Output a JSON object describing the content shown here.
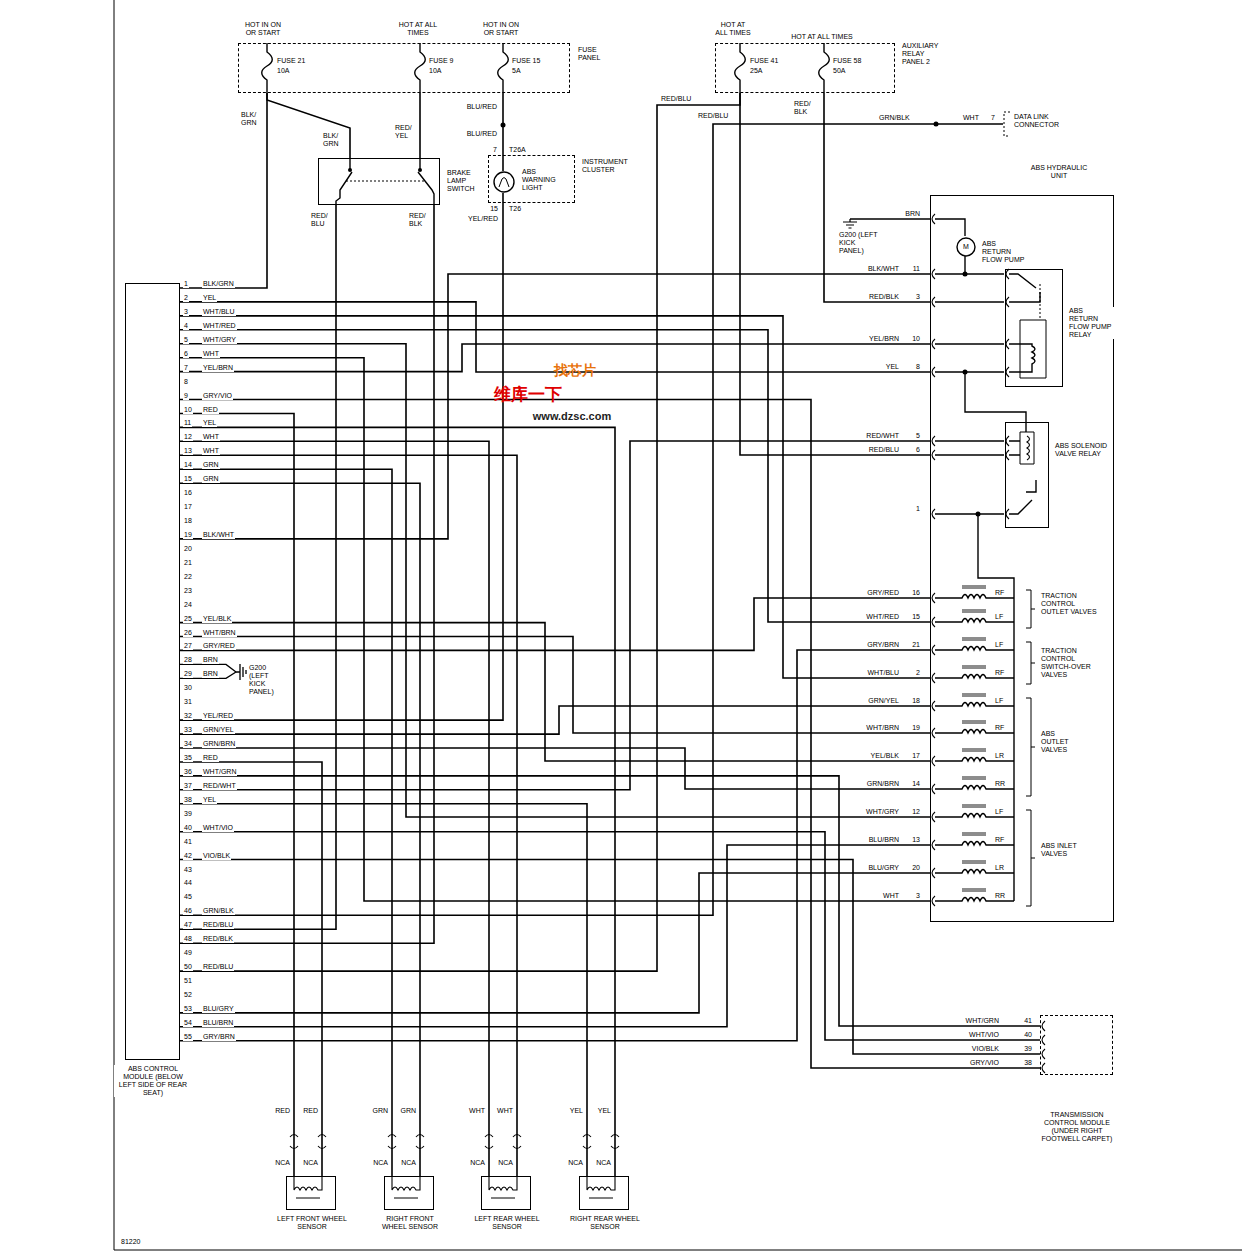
{
  "diagram": {
    "nodes": [
      {
        "text": [
          "FUSE PANEL"
        ]
      },
      {
        "text": [
          "AUXILIARY RELAY PANEL 2"
        ]
      },
      {
        "text": [
          "BRAKE LAMP SWITCH"
        ]
      },
      {
        "text": [
          "INSTRUMENT CLUSTER"
        ]
      },
      {
        "text": [
          "ABS WARNING LIGHT"
        ],
        "in": 3
      },
      {
        "text": [
          "DATA LINK CONNECTOR"
        ]
      },
      {
        "text": [
          "ABS HYDRAULIC UNIT"
        ]
      },
      {
        "text": [
          "M",
          "ABS RETURN FLOW PUMP"
        ],
        "in": 6
      },
      {
        "text": [
          "ABS RETURN FLOW PUMP RELAY"
        ],
        "in": 6
      },
      {
        "text": [
          "ABS SOLENOID VALVE RELAY"
        ],
        "in": 6
      },
      {
        "text": [
          "ABS CONTROL MODULE (BELOW LEFT SIDE OF REAR SEAT)"
        ]
      },
      {
        "text": [
          "TRANSMISSION CONTROL MODULE (UNDER RIGHT FOOTWELL CARPET)"
        ]
      },
      {
        "text": [
          "LEFT FRONT WHEEL SENSOR"
        ]
      },
      {
        "text": [
          "RIGHT FRONT WHEEL SENSOR"
        ]
      },
      {
        "text": [
          "LEFT REAR WHEEL SENSOR"
        ]
      },
      {
        "text": [
          "RIGHT REAR WHEEL SENSOR"
        ]
      }
    ],
    "edges": [
      {
        "from": 10,
        "to": 0,
        "arrow": "none",
        "label": "BLK/GRN"
      },
      {
        "from": 10,
        "to": 6,
        "arrow": "none",
        "label": "YEL"
      },
      {
        "from": 10,
        "to": 6,
        "arrow": "none",
        "label": "WHT/BLU"
      },
      {
        "from": 10,
        "to": 6,
        "arrow": "none",
        "label": "WHT/RED"
      },
      {
        "from": 10,
        "to": 6,
        "arrow": "none",
        "label": "WHT/GRY"
      },
      {
        "from": 10,
        "to": 6,
        "arrow": "none",
        "label": "WHT"
      },
      {
        "from": 10,
        "to": 6,
        "arrow": "none",
        "label": "YEL/BRN"
      },
      {
        "from": 10,
        "to": 11,
        "arrow": "none",
        "label": "GRY/VIO"
      },
      {
        "from": 10,
        "to": 12,
        "arrow": "none",
        "label": "RED"
      },
      {
        "from": 10,
        "to": 15,
        "arrow": "none",
        "label": "YEL"
      },
      {
        "from": 10,
        "to": 14,
        "arrow": "none",
        "label": "WHT"
      },
      {
        "from": 10,
        "to": 14,
        "arrow": "none",
        "label": "WHT"
      },
      {
        "from": 10,
        "to": 13,
        "arrow": "none",
        "label": "GRN"
      },
      {
        "from": 10,
        "to": 13,
        "arrow": "none",
        "label": "GRN"
      },
      {
        "from": 10,
        "to": 6,
        "arrow": "none",
        "label": "BLK/WHT"
      },
      {
        "from": 10,
        "to": 6,
        "arrow": "none",
        "label": "YEL/BLK"
      },
      {
        "from": 10,
        "to": 6,
        "arrow": "none",
        "label": "WHT/BRN"
      },
      {
        "from": 10,
        "to": 6,
        "arrow": "none",
        "label": "GRY/RED"
      },
      {
        "from": 10,
        "to": 4,
        "arrow": "none",
        "label": "YEL/RED"
      },
      {
        "from": 10,
        "to": 6,
        "arrow": "none",
        "label": "GRN/YEL"
      },
      {
        "from": 10,
        "to": 6,
        "arrow": "none",
        "label": "GRN/BRN"
      },
      {
        "from": 10,
        "to": 12,
        "arrow": "none",
        "label": "RED"
      },
      {
        "from": 10,
        "to": 11,
        "arrow": "none",
        "label": "WHT/GRN"
      },
      {
        "from": 10,
        "to": 6,
        "arrow": "none",
        "label": "RED/WHT"
      },
      {
        "from": 10,
        "to": 15,
        "arrow": "none",
        "label": "YEL"
      },
      {
        "from": 10,
        "to": 11,
        "arrow": "none",
        "label": "WHT/VIO"
      },
      {
        "from": 10,
        "to": 11,
        "arrow": "none",
        "label": "VIO/BLK"
      },
      {
        "from": 10,
        "to": 5,
        "arrow": "none",
        "label": "GRN/BLK"
      },
      {
        "from": 10,
        "to": 2,
        "arrow": "none",
        "label": "RED/BLU"
      },
      {
        "from": 10,
        "to": 2,
        "arrow": "none",
        "label": "RED/BLK"
      },
      {
        "from": 10,
        "to": 1,
        "arrow": "none",
        "label": "RED/BLU"
      },
      {
        "from": 10,
        "to": 6,
        "arrow": "none",
        "label": "BLU/GRY"
      },
      {
        "from": 10,
        "to": 6,
        "arrow": "none",
        "label": "BLU/BRN"
      },
      {
        "from": 10,
        "to": 6,
        "arrow": "none",
        "label": "GRY/BRN"
      },
      {
        "from": 0,
        "to": 2,
        "arrow": "none"
      },
      {
        "from": 0,
        "to": 2,
        "arrow": "none"
      },
      {
        "from": 0,
        "to": 4,
        "arrow": "none"
      },
      {
        "from": 1,
        "to": 6,
        "arrow": "none"
      },
      {
        "from": 1,
        "to": 6,
        "arrow": "none"
      }
    ],
    "labels": [
      "HOT IN ON OR START",
      "HOT AT ALL TIMES",
      "HOT IN ON OR START",
      "HOT AT ALL TIMES",
      "HOT AT ALL TIMES",
      "FUSE 21",
      "10A",
      "FUSE 9",
      "10A",
      "FUSE 15",
      "5A",
      "FUSE 41",
      "25A",
      "FUSE 58",
      "50A",
      "BLK/ GRN",
      "BLK/ GRN",
      "RED/ YEL",
      "BLU/RED",
      "BLU/RED",
      "7",
      "T26A",
      "15",
      "T26",
      "YEL/RED",
      "RED/ BLU",
      "RED/ BLK",
      "RED/BLU",
      "RED/BLU",
      "RED/ BLK",
      "GRN/BLK",
      "WHT",
      "7",
      "BRN",
      "G200 (LEFT KICK PANEL)",
      "BLK/WHT",
      "11",
      "RED/BLK",
      "3",
      "YEL/BRN",
      "10",
      "YEL",
      "8",
      "RED/WHT",
      "5",
      "RED/BLU",
      "6",
      "1",
      "GRY/RED",
      "16",
      "WHT/RED",
      "15",
      "GRY/BRN",
      "21",
      "WHT/BLU",
      "2",
      "GRN/YEL",
      "18",
      "WHT/BRN",
      "19",
      "YEL/BLK",
      "17",
      "GRN/BRN",
      "14",
      "WHT/GRY",
      "12",
      "BLU/BRN",
      "13",
      "BLU/GRY",
      "20",
      "WHT",
      "3",
      "RF",
      "LF",
      "LF",
      "RF",
      "LF",
      "RF",
      "LR",
      "RR",
      "LF",
      "RF",
      "LR",
      "RR",
      "TRACTION CONTROL OUTLET VALVES",
      "TRACTION CONTROL SWITCH-OVER VALVES",
      "ABS OUTLET VALVES",
      "ABS INLET VALVES",
      "1",
      "2",
      "3",
      "4",
      "5",
      "6",
      "7",
      "8",
      "9",
      "10",
      "11",
      "12",
      "13",
      "14",
      "15",
      "16",
      "17",
      "18",
      "19",
      "20",
      "21",
      "22",
      "23",
      "24",
      "25",
      "26",
      "27",
      "28",
      "29",
      "30",
      "31",
      "32",
      "33",
      "34",
      "35",
      "36",
      "37",
      "38",
      "39",
      "40",
      "41",
      "42",
      "43",
      "44",
      "45",
      "46",
      "47",
      "48",
      "49",
      "50",
      "51",
      "52",
      "53",
      "54",
      "55",
      "BRN",
      "BRN",
      "G200 (LEFT KICK PANEL)",
      "WHT/GRN",
      "41",
      "WHT/VIO",
      "40",
      "VIO/BLK",
      "39",
      "GRY/VIO",
      "38",
      "RED",
      "RED",
      "GRN",
      "GRN",
      "WHT",
      "WHT",
      "YEL",
      "YEL",
      "NCA",
      "NCA",
      "NCA",
      "NCA",
      "NCA",
      "NCA",
      "NCA",
      "NCA",
      "81220",
      "找芯片",
      "维库一下",
      "www.dzsc.com"
    ]
  }
}
